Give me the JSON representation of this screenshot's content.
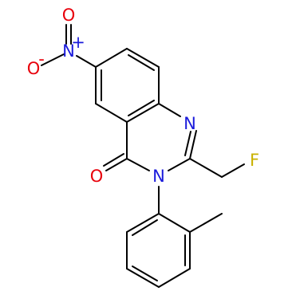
{
  "molecule": {
    "atoms": {
      "oxygen_nitro_top": {
        "symbol": "O",
        "color": "#e8000b"
      },
      "oxygen_nitro_left": {
        "symbol": "O",
        "color": "#e8000b"
      },
      "nitrogen_nitro": {
        "symbol": "N",
        "color": "#1a1adb"
      },
      "nitrogen_ring_1": {
        "symbol": "N",
        "color": "#1a1adb"
      },
      "nitrogen_ring_3": {
        "symbol": "N",
        "color": "#1a1adb"
      },
      "oxygen_carbonyl": {
        "symbol": "O",
        "color": "#e8000b"
      },
      "fluorine": {
        "symbol": "F",
        "color": "#c9b100"
      }
    },
    "charges": {
      "nitro_nitrogen_plus": "+",
      "nitro_oxygen_minus": "-"
    }
  }
}
